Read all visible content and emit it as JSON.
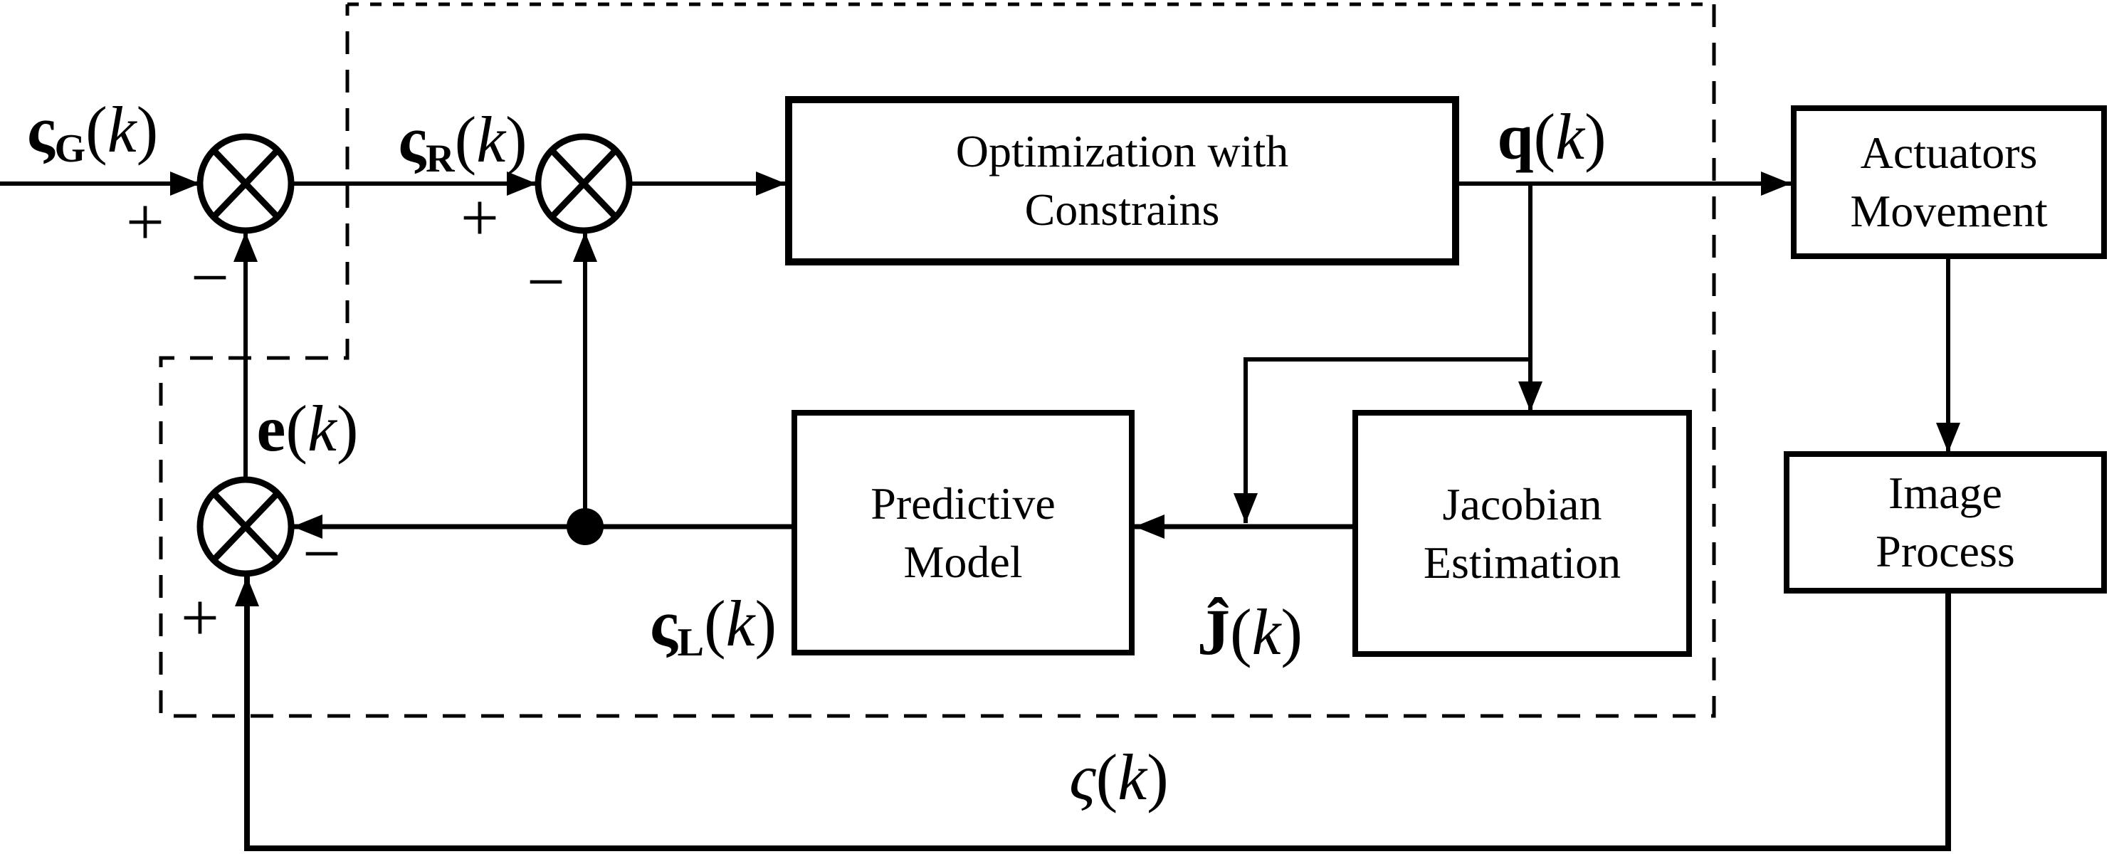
{
  "diagram": {
    "boxes": {
      "optimization": {
        "line1": "Optimization with",
        "line2": "Constrains"
      },
      "actuators": {
        "line1": "Actuators",
        "line2": "Movement"
      },
      "predictive": {
        "line1": "Predictive",
        "line2": "Model"
      },
      "jacobian": {
        "line1": "Jacobian",
        "line2": "Estimation"
      },
      "image_process": {
        "line1": "Image",
        "line2": "Process"
      }
    },
    "signals": {
      "goal": {
        "base": "ς",
        "sub": "G",
        "open": "(",
        "var": "k",
        "close": ")"
      },
      "ref": {
        "base": "ς",
        "sub": "R",
        "open": "(",
        "var": "k",
        "close": ")"
      },
      "q": {
        "base": "q",
        "sub": "",
        "open": "(",
        "var": "k",
        "close": ")"
      },
      "error": {
        "base": "e",
        "sub": "",
        "open": "(",
        "var": "k",
        "close": ")"
      },
      "local": {
        "base": "ς",
        "sub": "L",
        "open": "(",
        "var": "k",
        "close": ")"
      },
      "jhat": {
        "base": "Ĵ",
        "sub": "",
        "open": "(",
        "var": "k",
        "close": ")"
      },
      "feedback": {
        "base": "ς",
        "sub": "",
        "open": "(",
        "var": "k",
        "close": ")"
      }
    },
    "junctions": {
      "j1": {
        "plus": "+",
        "minus": "−"
      },
      "j2": {
        "plus": "+",
        "minus": "−"
      },
      "j3": {
        "plus": "+",
        "minus": "−"
      }
    },
    "colors": {
      "line": "#000000",
      "background": "#ffffff"
    }
  }
}
